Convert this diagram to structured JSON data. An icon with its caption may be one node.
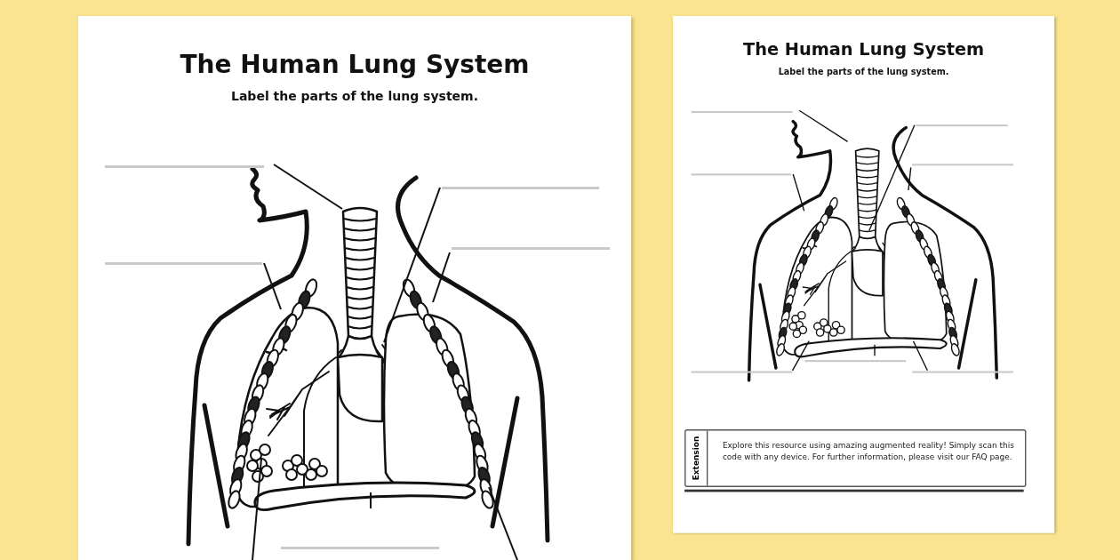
{
  "diagram": {
    "nodes": [
      {
        "text": [
          "The Human Lung System",
          "Label the parts of the lung system."
        ]
      },
      {
        "text": [],
        "shape": "line",
        "in": 0
      },
      {
        "text": [],
        "shape": "line",
        "in": 0
      },
      {
        "text": [],
        "shape": "line",
        "in": 0
      },
      {
        "text": [],
        "shape": "line",
        "in": 0
      },
      {
        "text": [],
        "shape": "line",
        "in": 0
      },
      {
        "text": [
          "The Human Lung System",
          "Label the parts of the lung system."
        ]
      },
      {
        "text": [],
        "shape": "line",
        "in": 6
      },
      {
        "text": [],
        "shape": "line",
        "in": 6
      },
      {
        "text": [],
        "shape": "line",
        "in": 6
      },
      {
        "text": [],
        "shape": "line",
        "in": 6
      },
      {
        "text": [],
        "shape": "line",
        "in": 6
      },
      {
        "text": [],
        "shape": "line",
        "in": 6
      },
      {
        "text": [],
        "shape": "line",
        "in": 6
      },
      {
        "text": [
          "Extension",
          "Explore this resource using amazing augmented reality! Simply scan this code with any device. For further information, please visit our FAQ page."
        ],
        "in": 6
      }
    ],
    "edges": [
      {
        "from": 1,
        "to": null,
        "arrow": "none"
      },
      {
        "from": 2,
        "to": null,
        "arrow": "none"
      },
      {
        "from": 3,
        "to": null,
        "arrow": "none"
      },
      {
        "from": 4,
        "to": null,
        "arrow": "none"
      },
      {
        "from": 7,
        "to": null,
        "arrow": "none"
      },
      {
        "from": 8,
        "to": null,
        "arrow": "none"
      },
      {
        "from": 9,
        "to": null,
        "arrow": "none"
      },
      {
        "from": 10,
        "to": null,
        "arrow": "none"
      },
      {
        "from": 12,
        "to": null,
        "arrow": "none"
      },
      {
        "from": 13,
        "to": null,
        "arrow": "none"
      }
    ]
  }
}
